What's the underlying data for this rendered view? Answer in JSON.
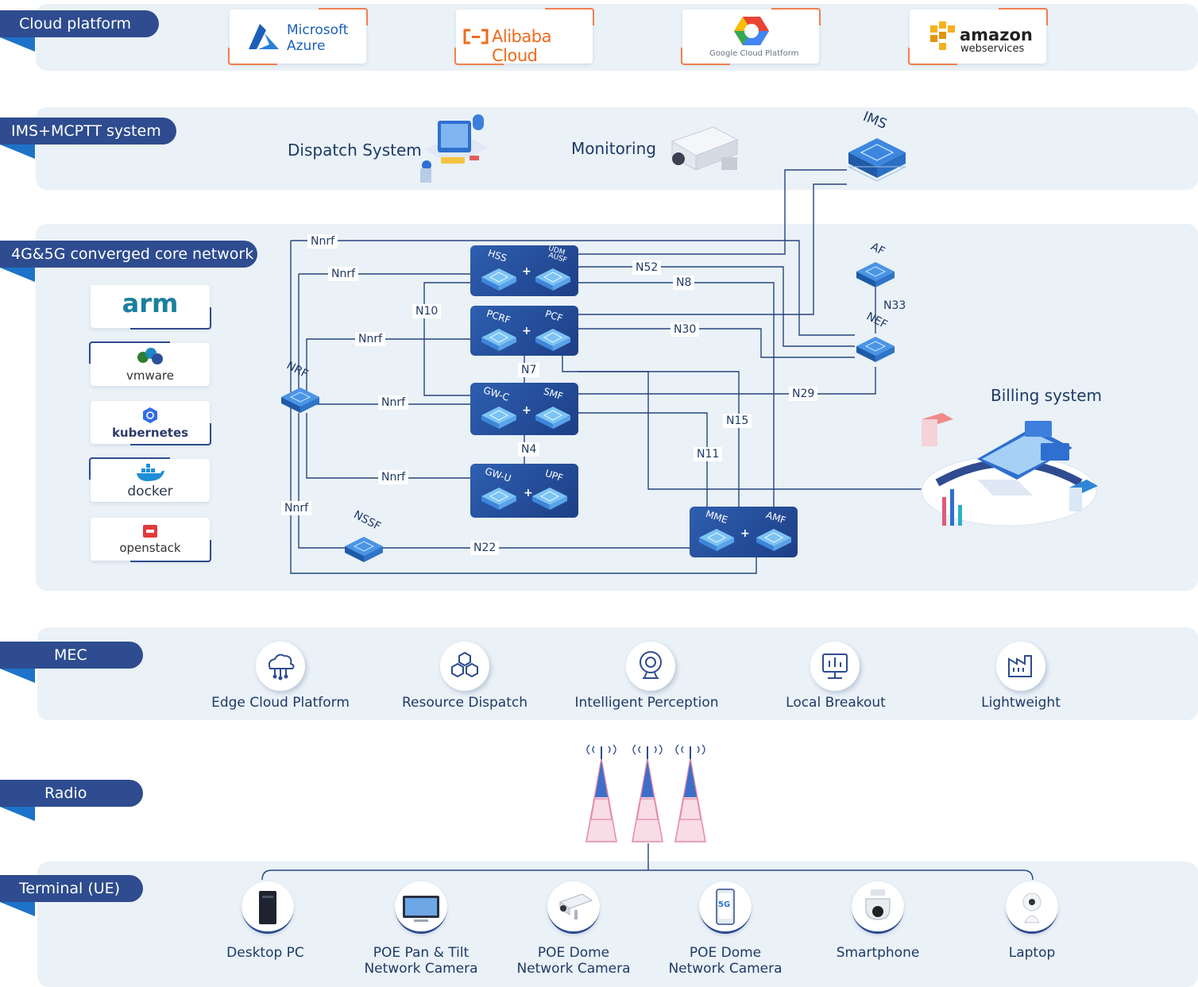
{
  "layers": {
    "cloud": "Cloud platform",
    "ims": "IMS+MCPTT system",
    "core": "4G&5G converged core network",
    "mec": "MEC",
    "radio": "Radio",
    "terminal": "Terminal (UE)"
  },
  "cloud_providers": [
    {
      "line1": "Microsoft",
      "line2": "Azure"
    },
    {
      "line1": "Alibaba Cloud"
    },
    {
      "line1": "Google Cloud Platform"
    },
    {
      "line1": "amazon",
      "line2": "webservices"
    }
  ],
  "ims_items": {
    "dispatch": "Dispatch System",
    "monitoring": "Monitoring",
    "ims": "IMS"
  },
  "platforms": [
    "arm",
    "vmware",
    "kubernetes",
    "docker",
    "openstack"
  ],
  "network_functions": {
    "hss": "HSS",
    "udm": "UDM",
    "ausf": "AUSF",
    "pcrf": "PCRF",
    "pcf": "PCF",
    "gwc": "GW-C",
    "smf": "SMF",
    "gwu": "GW-U",
    "upf": "UPF",
    "mme": "MME",
    "amf": "AMF",
    "nrf": "NRF",
    "nssf": "NSSF",
    "af": "AF",
    "nef": "NEF",
    "plus": "+"
  },
  "interfaces": {
    "nnrf": "Nnrf",
    "n52": "N52",
    "n8": "N8",
    "n10": "N10",
    "n30": "N30",
    "n33": "N33",
    "n7": "N7",
    "n29": "N29",
    "n15": "N15",
    "n4": "N4",
    "n11": "N11",
    "n22": "N22"
  },
  "billing": "Billing system",
  "mec_items": [
    "Edge Cloud Platform",
    "Resource Dispatch",
    "Intelligent Perception",
    "Local Breakout",
    "Lightweight"
  ],
  "ue_items": [
    {
      "line1": "Desktop PC",
      "line2": ""
    },
    {
      "line1": "POE Pan & Tilt",
      "line2": "Network Camera"
    },
    {
      "line1": "POE Dome",
      "line2": "Network Camera"
    },
    {
      "line1": "POE Dome",
      "line2": "Network Camera"
    },
    {
      "line1": "Smartphone",
      "line2": ""
    },
    {
      "line1": "Laptop",
      "line2": ""
    }
  ],
  "phone_badge": "5G",
  "colors": {
    "accent": "#2e4c8f",
    "band": "#eaf1f7",
    "tail": "#1d73c9",
    "cloud_corner": "#f08050"
  }
}
